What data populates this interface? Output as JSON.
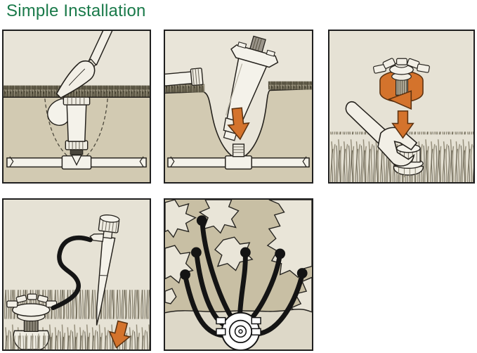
{
  "header": {
    "title": "Simple Installation"
  },
  "colors": {
    "title_green": "#1a7a4a",
    "panel_background": "#e6e2d5",
    "soil_tan": "#d2cab2",
    "hole_light": "#e9e5d9",
    "accent_orange": "#d4732c",
    "accent_orange_outline": "#5b3211",
    "outline_black": "#1f1f1f",
    "ground_dark_tan": "#c8bfa4",
    "lower_strip_tan": "#ddd8c8"
  },
  "panels": [
    {
      "name": "panel-1-dig-hole",
      "depicts": "shovel-digging-hole-over-buried-sprinkler-icon"
    },
    {
      "name": "panel-2-insert-sprinkler-body",
      "depicts": "sprinkler-body-lowered-into-hole-onto-pipe-tee-icon"
    },
    {
      "name": "panel-3-attach-manifold-head",
      "depicts": "twist-on-manifold-head-with-wrench-icon"
    },
    {
      "name": "panel-4-place-drip-stake",
      "depicts": "drip-stake-with-tubing-pushed-into-ground-icon"
    },
    {
      "name": "panel-5-tubing-layout",
      "depicts": "top-view-manifold-with-six-tubes-to-plants-icon"
    }
  ]
}
